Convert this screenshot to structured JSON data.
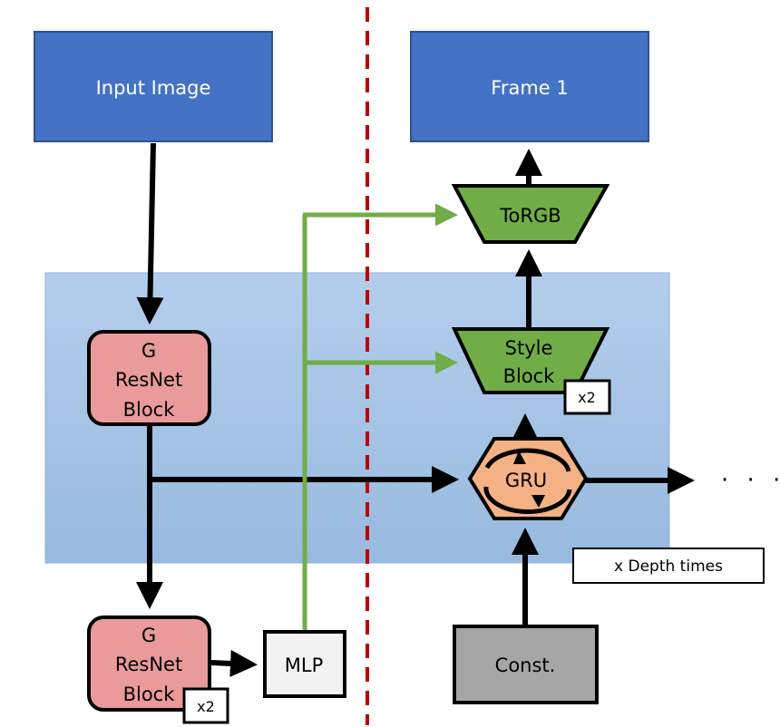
{
  "diagram": {
    "nodes": {
      "input_image": "Input Image",
      "frame_1": "Frame 1",
      "torgb": "ToRGB",
      "style_block": [
        "Style",
        "Block"
      ],
      "gru": "GRU",
      "g_resnet_top": [
        "G",
        "ResNet",
        "Block"
      ],
      "g_resnet_bottom": [
        "G",
        "ResNet",
        "Block"
      ],
      "mlp": "MLP",
      "const": "Const."
    },
    "badges": {
      "style_block_repeat": "x2",
      "resnet_bottom_repeat": "x2",
      "depth_note": "x Depth times"
    },
    "continuation": "· · ·",
    "colors": {
      "blue_box": "#4472c4",
      "blue_box_border": "#2f528f",
      "repeat_region": "#a7c4e8",
      "resnet_fill": "#ea9a9a",
      "green_trapezoid": "#70ad47",
      "green_arrow": "#70ad47",
      "gru_fill": "#f4b183",
      "const_fill": "#a6a6a6",
      "mlp_fill": "#f2f2f2",
      "separator": "#c00000"
    }
  }
}
